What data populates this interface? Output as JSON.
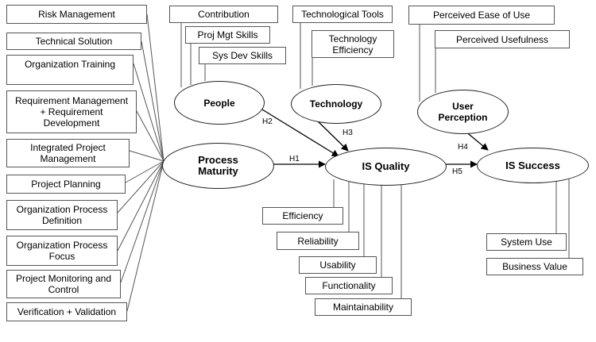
{
  "practices": [
    "Risk Management",
    "Technical Solution",
    "Organization Training",
    "Requirement Management\n+ Requirement\nDevelopment",
    "Integrated  Project\nManagement",
    "Project Planning",
    "Organization Process\nDefinition",
    "Organization Process\nFocus",
    "Project Monitoring and\nControl",
    "Verification + Validation"
  ],
  "people": {
    "label": "People",
    "factors": [
      "Contribution",
      "Proj Mgt Skills",
      "Sys Dev Skills"
    ]
  },
  "technology": {
    "label": "Technology",
    "factors": [
      "Technological Tools",
      "Technology\nEfficiency"
    ]
  },
  "user_perception": {
    "label": "User\nPerception",
    "factors": [
      "Perceived Ease of Use",
      "Perceived Usefulness"
    ]
  },
  "process_maturity": {
    "label": "Process\nMaturity"
  },
  "is_quality": {
    "label": "IS Quality",
    "factors": [
      "Efficiency",
      "Reliability",
      "Usability",
      "Functionality",
      "Maintainability"
    ]
  },
  "is_success": {
    "label": "IS Success",
    "factors": [
      "System Use",
      "Business Value"
    ]
  },
  "hypotheses": {
    "h1": "H1",
    "h2": "H2",
    "h3": "H3",
    "h4": "H4",
    "h5": "H5"
  }
}
